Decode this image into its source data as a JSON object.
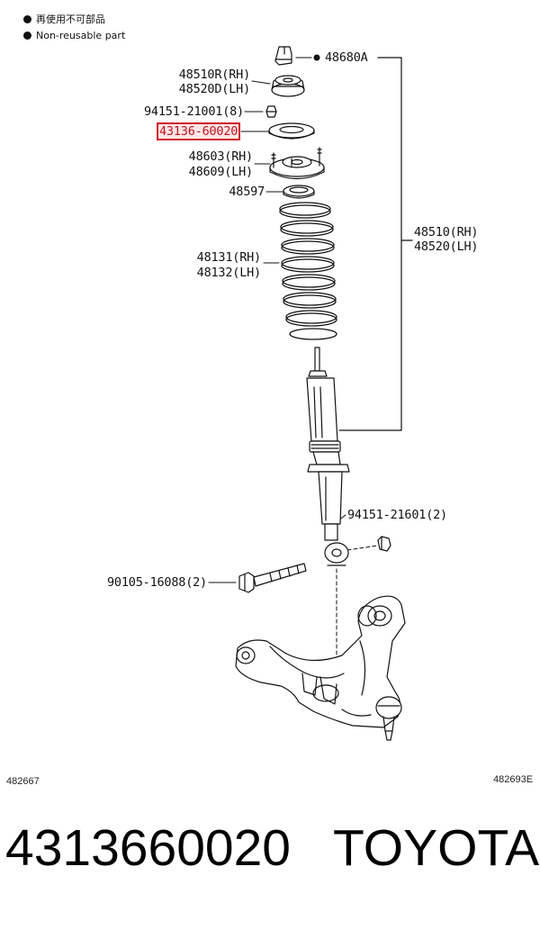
{
  "legend": {
    "line1": "再使用不可部品",
    "line2": "Non-reusable part"
  },
  "callouts": {
    "nut_top": "48680A",
    "support_rh": "48510R(RH)",
    "support_lh": "48520D(LH)",
    "nut_small": "94151-21001(8)",
    "highlight_part": "43136-60020",
    "mount_rh": "48603(RH)",
    "mount_lh": "48609(LH)",
    "insulator": "48597",
    "absorber_rh": "48510(RH)",
    "absorber_lh": "48520(LH)",
    "spring_rh": "48131(RH)",
    "spring_lh": "48132(LH)",
    "nut_lower": "94151-21601(2)",
    "bolt": "90105-16088(2)"
  },
  "codes": {
    "left": "482667",
    "right": "482693E"
  },
  "footer": {
    "part_number": "4313660020",
    "brand": "TOYOTA"
  },
  "colors": {
    "highlight": "#d01f2a",
    "line": "#111111"
  }
}
